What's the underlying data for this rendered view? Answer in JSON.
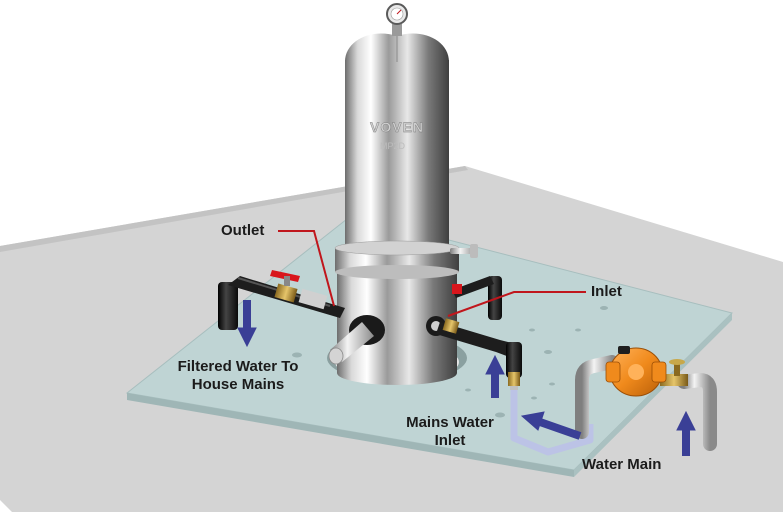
{
  "labels": {
    "outlet": "Outlet",
    "inlet": "Inlet",
    "filtered_line1": "Filtered Water To",
    "filtered_line2": "House Mains",
    "mains_line1": "Mains Water",
    "mains_line2": "Inlet",
    "water_main": "Water Main"
  },
  "housing_text": {
    "brand": "VOVEN",
    "model": "MP2D"
  },
  "colors": {
    "leader_line": "#c0161c",
    "flow_arrow": "#3a3f96",
    "base_slab": "#bfd4d4",
    "floor": "#d4d4d4",
    "valve_body": "#f08a1c"
  },
  "icons": {
    "gauge": "pressure-gauge-icon",
    "valve": "ball-valve-icon"
  }
}
